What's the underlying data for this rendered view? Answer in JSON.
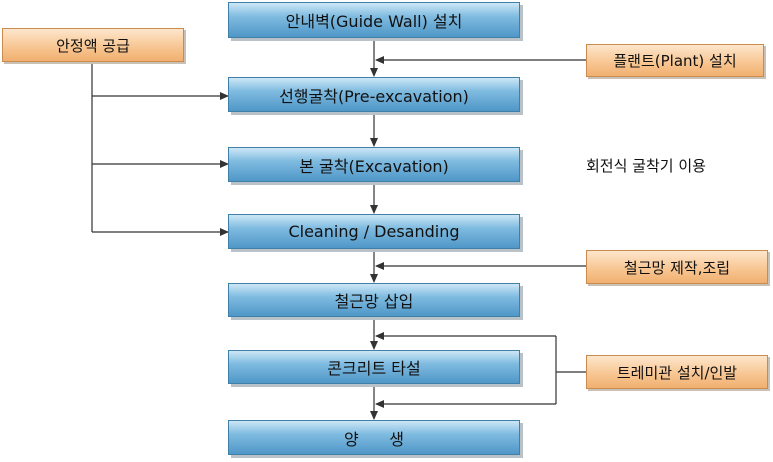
{
  "steps": [
    "안내벽(Guide Wall) 설치",
    "선행굴착(Pre-excavation)",
    "본 굴착(Excavation)",
    "Cleaning / Desanding",
    "철근망 삽입",
    "콘크리트 타설",
    "양      생"
  ],
  "side_boxes": {
    "slurry": "안정액 공급",
    "plant": "플랜트(Plant) 설치",
    "rebar": "철근망 제작,조립",
    "tremie": "트레미관 설치/인발"
  },
  "note": "회전식 굴착기 이용",
  "colors": {
    "step_fill": "#6fb0dc",
    "side_fill": "#f7c48f",
    "line": "#333333"
  }
}
